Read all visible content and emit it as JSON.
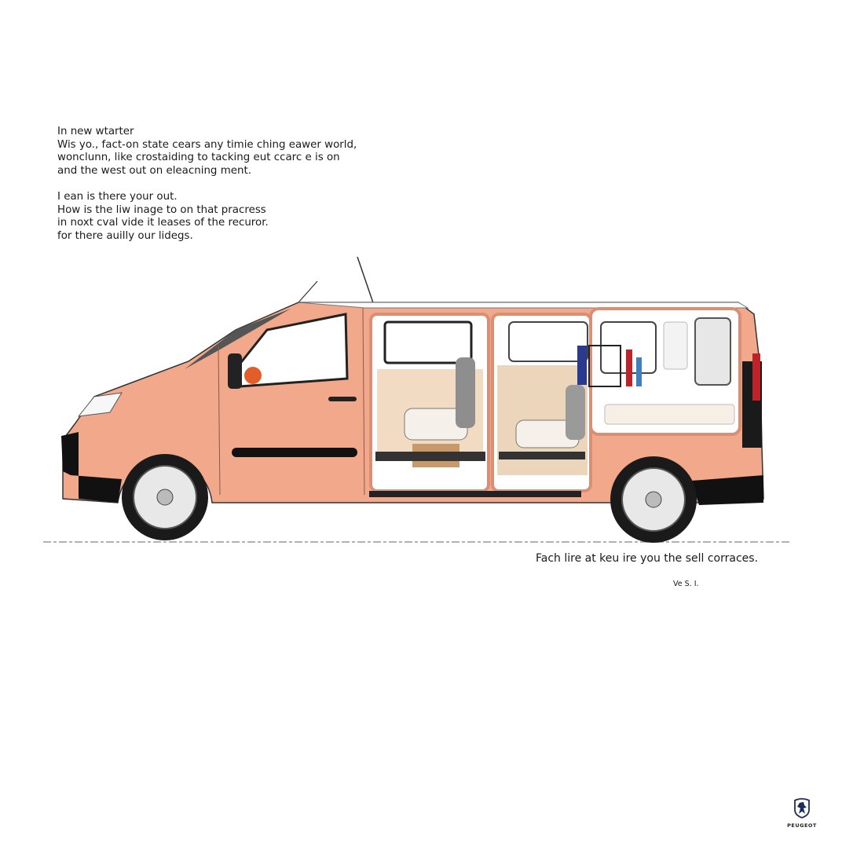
{
  "intro": {
    "paragraph1": [
      "In new wtarter",
      "Wis yo., fact-on state cears any timie ching eawer world,",
      "wonclunn, like crostaiding to tacking eut ccarc e is on",
      "and the west out on eleacning ment."
    ],
    "paragraph2": [
      "I ean is there your out.",
      "How is the liw inage to on that pracress",
      "in noxt cval vide it leases of the recuror.",
      "for there auilly our lidegs."
    ]
  },
  "caption": "Fach lire at keu ire you the sell corraces.",
  "signature": "Ve S. I.",
  "brand": {
    "name": "PEUGEOT",
    "logo_color": "#1c2f5a"
  },
  "colors": {
    "body": "#f2a98b",
    "interior": "#e8cfb0",
    "trim": "#111111"
  }
}
